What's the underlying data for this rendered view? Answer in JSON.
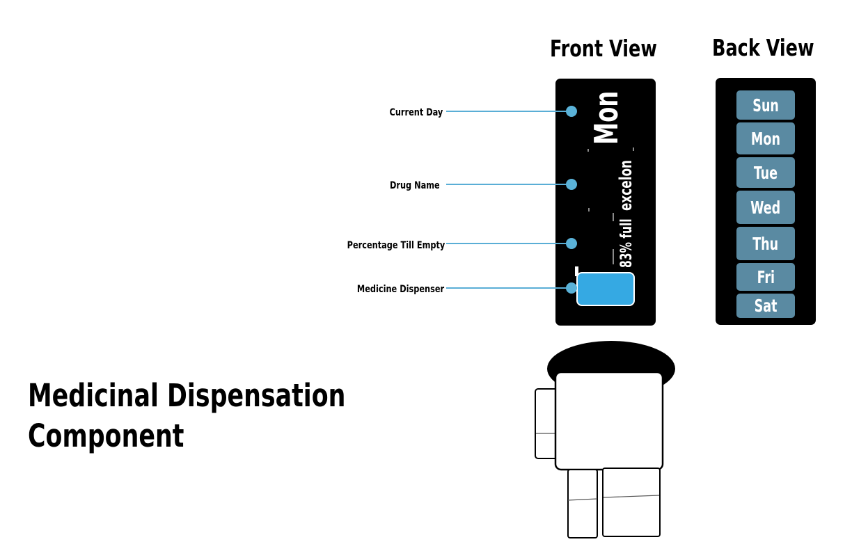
{
  "front_view": {
    "title": "Front View",
    "current_day": "Mon",
    "drug_name": "excelon",
    "percentage": "83% full"
  },
  "back_view": {
    "title": "Back View",
    "days": [
      "Sun",
      "Mon",
      "Tue",
      "Wed",
      "Thu",
      "Fri",
      "Sat"
    ]
  },
  "callouts": {
    "current_day": "Current Day",
    "drug_name": "Drug Name",
    "percentage": "Percentage Till Empty",
    "dispenser": "Medicine Dispenser"
  },
  "main_title": {
    "line1": "Medicinal Dispensation",
    "line2": "Component"
  },
  "colors": {
    "callout_blue": "#5ab2d8",
    "dispenser_blue": "#35a9e3",
    "day_button": "#5a8aa2",
    "panel": "#000000"
  }
}
